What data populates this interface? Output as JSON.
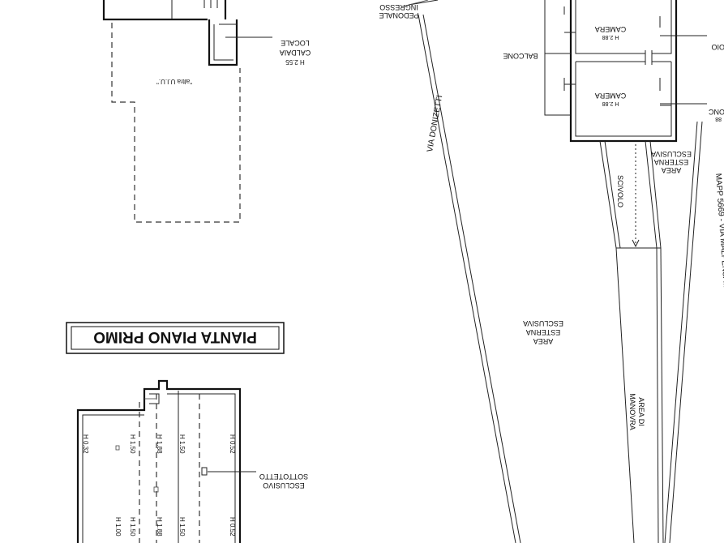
{
  "title": "PIANTA PIANO PRIMO",
  "labels": {
    "locale_caldaia": [
      "LOCALE",
      "CALDAIA",
      "H 2.55"
    ],
    "altra_uiu": "\"altra U.I.U.\"",
    "via_donizetti": "VIA DONIZETTI",
    "ingresso_pedonale": [
      "INGRESSO",
      "PEDONALE"
    ],
    "balcone": "BALCONE",
    "camera_1": [
      "CAMERA",
      "H 2.88"
    ],
    "camera_2": [
      "CAMERA",
      "H 2.88"
    ],
    "edge_top": "OIO",
    "edge_mid": [
      "ONC",
      "88"
    ],
    "area_esterna_esclusiva_1": [
      "AREA",
      "ESTERNA",
      "ESCLUSIVA"
    ],
    "scivolo": "SCIVOLO",
    "mapp": "MAPP 5669 - VIA MALPENSATA",
    "area_esterna_esclusiva_2": [
      "AREA",
      "ESTERNA",
      "ESCLUSIVA"
    ],
    "area_di_manovra": [
      "AREA DI",
      "MANOVRA"
    ],
    "sottotetto_esclusivo": [
      "SOTTOTETTO",
      "ESCLUSIVO"
    ],
    "heights_top": [
      "H 0.32",
      "H 1.50",
      "H 1.88",
      "H 1.50",
      "H 0.52"
    ],
    "heights_bottom": [
      "H 1.00",
      "H 1.50",
      "H 1.88",
      "H 1.50",
      "H 0.52"
    ]
  }
}
